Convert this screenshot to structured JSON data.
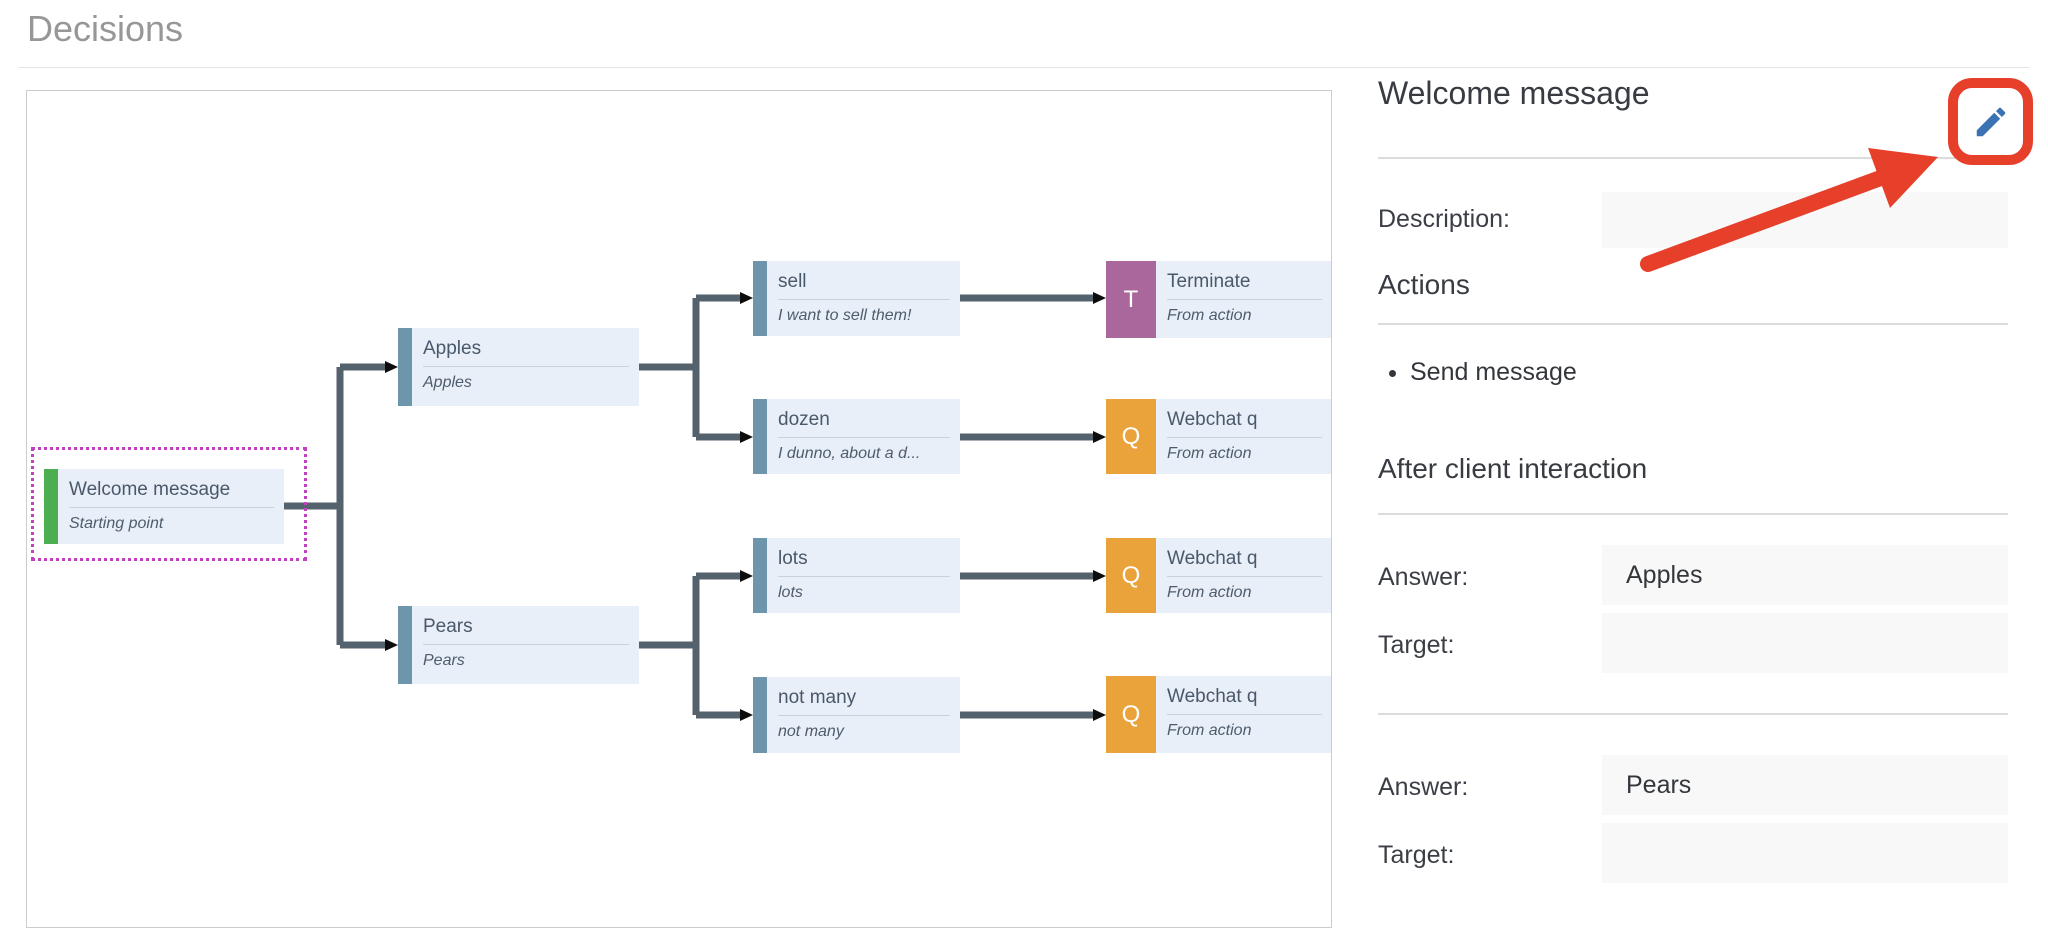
{
  "page": {
    "heading": "Decisions"
  },
  "tree": {
    "nodes": [
      {
        "id": "welcome",
        "type": "start",
        "title": "Welcome message",
        "subtitle": "Starting point",
        "selected": true
      },
      {
        "id": "apples",
        "type": "answer",
        "title": "Apples",
        "subtitle": "Apples"
      },
      {
        "id": "pears",
        "type": "answer",
        "title": "Pears",
        "subtitle": "Pears"
      },
      {
        "id": "sell",
        "type": "answer",
        "title": "sell",
        "subtitle": "I want to sell them!"
      },
      {
        "id": "dozen",
        "type": "answer",
        "title": "dozen",
        "subtitle": "I dunno, about a d..."
      },
      {
        "id": "lots",
        "type": "answer",
        "title": "lots",
        "subtitle": "lots"
      },
      {
        "id": "not-many",
        "type": "answer",
        "title": "not many",
        "subtitle": "not many"
      },
      {
        "id": "terminate",
        "type": "terminate",
        "badge": "T",
        "title": "Terminate",
        "subtitle": "From action"
      },
      {
        "id": "webchat-1",
        "type": "question",
        "badge": "Q",
        "title": "Webchat q",
        "subtitle": "From action"
      },
      {
        "id": "webchat-2",
        "type": "question",
        "badge": "Q",
        "title": "Webchat q",
        "subtitle": "From action"
      },
      {
        "id": "webchat-3",
        "type": "question",
        "badge": "Q",
        "title": "Webchat q",
        "subtitle": "From action"
      }
    ]
  },
  "panel": {
    "title": "Welcome message",
    "edit_icon": "pencil-icon",
    "description_label": "Description:",
    "description_value": "",
    "actions_heading": "Actions",
    "actions": [
      "Send message"
    ],
    "after_heading": "After client interaction",
    "branches": [
      {
        "answer_label": "Answer:",
        "answer_value": "Apples",
        "target_label": "Target:",
        "target_value": ""
      },
      {
        "answer_label": "Answer:",
        "answer_value": "Pears",
        "target_label": "Target:",
        "target_value": ""
      }
    ]
  },
  "colors": {
    "start_accent": "#4cae50",
    "answer_accent": "#6d95ac",
    "question_badge": "#eaa33b",
    "terminate_badge": "#a9679b",
    "connector": "#54626e",
    "selection_outline": "#c141c1",
    "annotation_red": "#e6402b",
    "pencil_blue": "#3a72b4"
  }
}
